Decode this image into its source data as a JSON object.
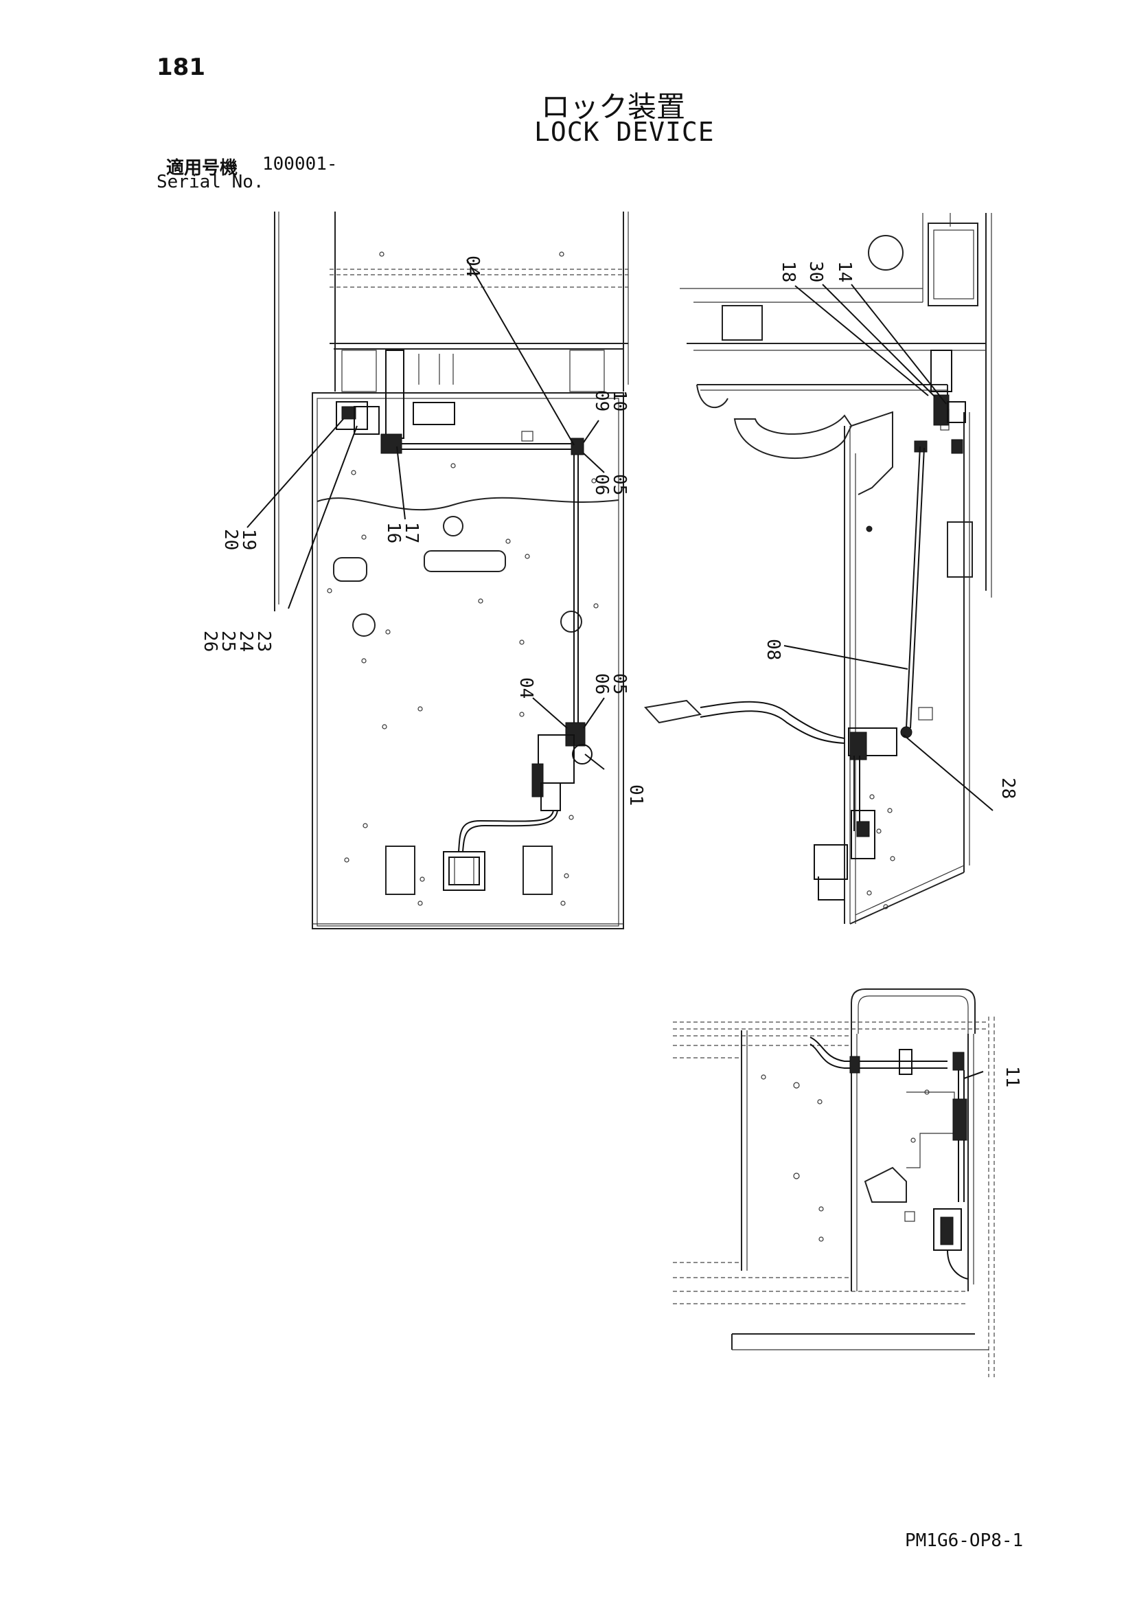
{
  "page_number": "181",
  "title_jp": "ロック装置",
  "title_en": "LOCK DEVICE",
  "serial": {
    "label_jp": "適用号機",
    "value": "100001-",
    "label_en": "Serial No."
  },
  "callouts": {
    "c04a": "04",
    "c09": "09",
    "c10": "10",
    "c06a": "06",
    "c05a": "05",
    "c16": "16",
    "c17": "17",
    "c20": "20",
    "c19": "19",
    "c26": "26",
    "c25": "25",
    "c24": "24",
    "c23": "23",
    "c04b": "04",
    "c06b": "06",
    "c05b": "05",
    "c01": "01",
    "c18": "18",
    "c30": "30",
    "c14": "14",
    "c08": "08",
    "c28": "28",
    "c11": "11"
  },
  "footer_code": "PM1G6-OP8-1"
}
